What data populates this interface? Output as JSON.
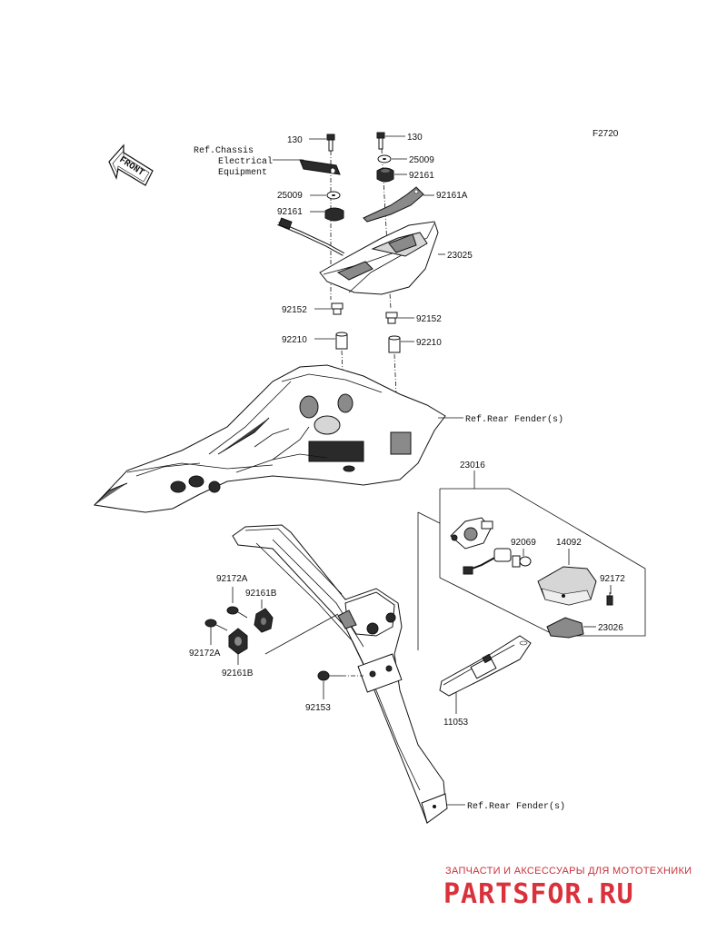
{
  "figure_code": "F2720",
  "front_label": "FRONT",
  "labels": {
    "bolt_left": "130",
    "bolt_right": "130",
    "ref_chassis": "Ref.Chassis",
    "ref_electrical": "Electrical",
    "ref_equipment": "Equipment",
    "washer_left": "25009",
    "washer_right": "25009",
    "damper_left": "92161",
    "damper_right": "92161",
    "bracket_a": "92161A",
    "tail_cover": "23025",
    "collar_left": "92152",
    "collar_right": "92152",
    "spacer_left": "92210",
    "spacer_right": "92210",
    "ref_rear_fender_top": "Ref.Rear Fender(s)",
    "lamp_assy": "23016",
    "bulb": "92069",
    "lens": "14092",
    "screw": "92172",
    "reflector": "23026",
    "screw_a_top": "92172A",
    "damper_b_top": "92161B",
    "screw_a_bottom": "92172A",
    "damper_b_bottom": "92161B",
    "bolt_flange": "92153",
    "plate_bracket": "11053",
    "ref_rear_fender_bottom": "Ref.Rear Fender(s)"
  },
  "watermark": {
    "tagline": "ЗАПЧАСТИ И АКСЕССУАРЫ ДЛЯ МОТОТЕХНИКИ",
    "brand": "PARTSFOR.RU",
    "color": "#d9323d"
  }
}
